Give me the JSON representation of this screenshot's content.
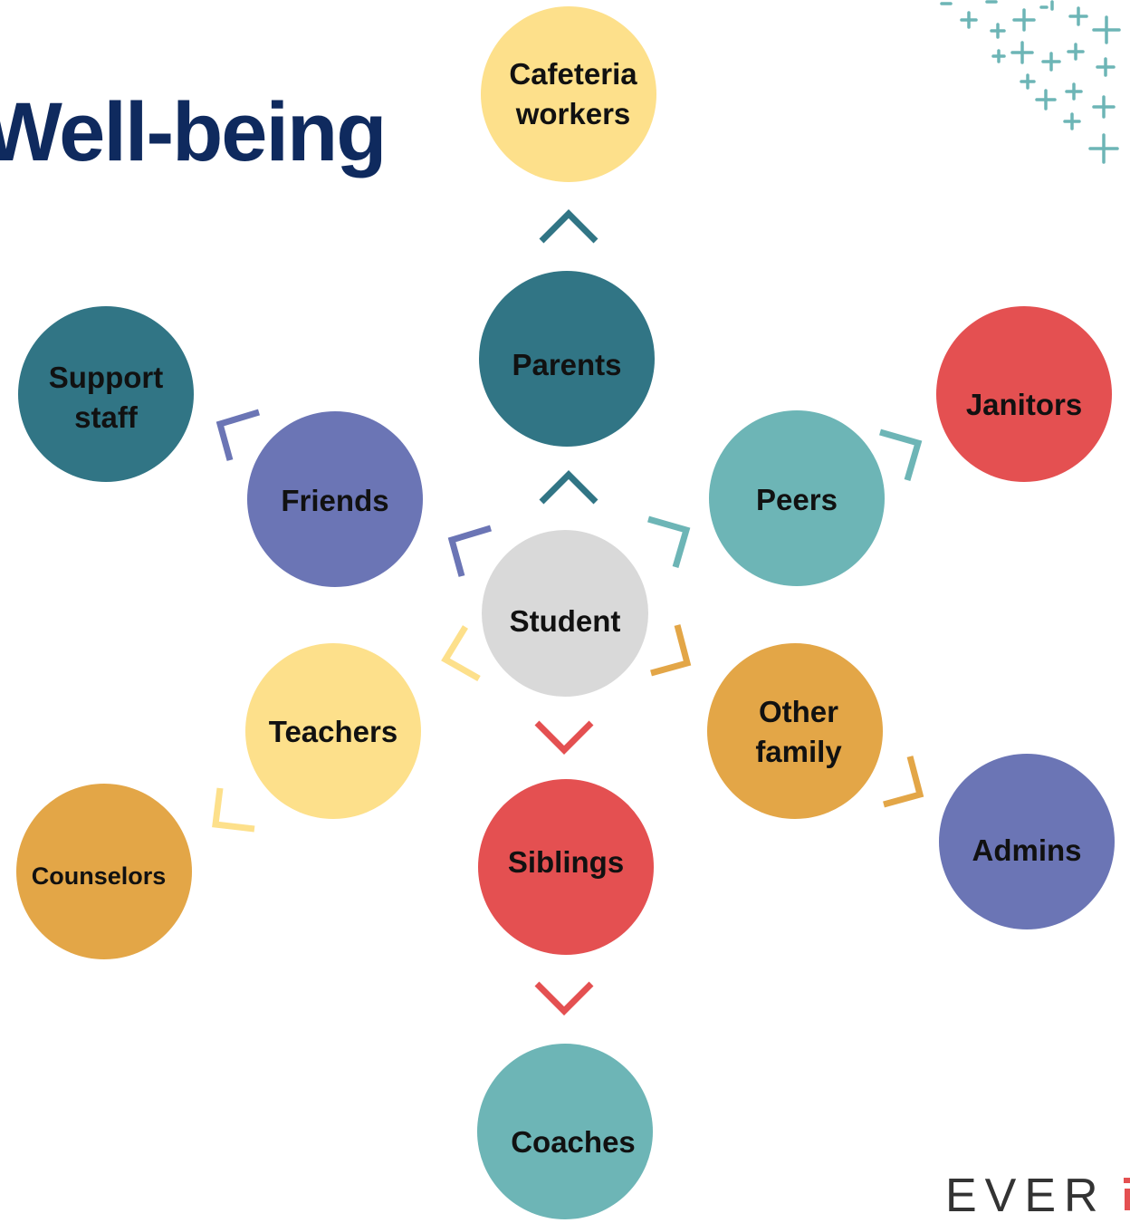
{
  "title": "Well-being",
  "logo_text": "EVER",
  "colors": {
    "title": "#0f2a5e",
    "teal_dark": "#317585",
    "teal_light": "#6db5b6",
    "yellow": "#fde08b",
    "purple": "#6b75b5",
    "red": "#e45051",
    "orange": "#e3a647",
    "gray": "#d9d9d9",
    "logo_accent": "#e45051",
    "pattern": "#6db5b6"
  },
  "nodes": {
    "student": "Student",
    "parents": "Parents",
    "cafeteria": "Cafeteria\nworkers",
    "friends": "Friends",
    "support_staff": "Support\nstaff",
    "peers": "Peers",
    "janitors": "Janitors",
    "teachers": "Teachers",
    "counselors": "Counselors",
    "other_family": "Other\nfamily",
    "admins": "Admins",
    "siblings": "Siblings",
    "coaches": "Coaches"
  }
}
